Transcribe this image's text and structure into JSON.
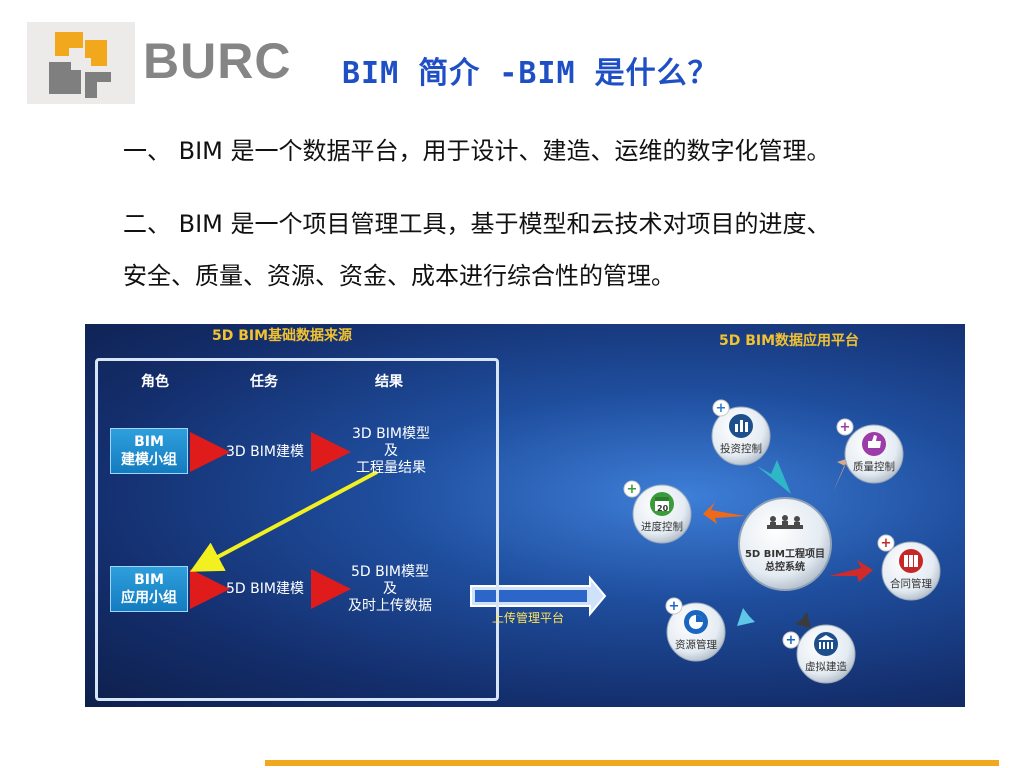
{
  "logo": {
    "text": "BURC"
  },
  "title": "BIM 简介 -BIM 是什么？",
  "points": [
    "一、 BIM 是一个数据平台，用于设计、建造、运维的数字化管理。",
    "二、 BIM 是一个项目管理工具，基于模型和云技术对项目的进度、",
    "安全、质量、资源、资金、成本进行综合性的管理。"
  ],
  "diagram": {
    "left_title": "5D BIM基础数据来源",
    "headers": [
      "角色",
      "任务",
      "结果"
    ],
    "rows": [
      {
        "role": [
          "BIM",
          "建模小组"
        ],
        "task": "3D BIM建模",
        "result": [
          "3D BIM模型",
          "及",
          "工程量结果"
        ]
      },
      {
        "role": [
          "BIM",
          "应用小组"
        ],
        "task": "5D BIM建模",
        "result": [
          "5D BIM模型",
          "及",
          "及时上传数据"
        ]
      }
    ],
    "upload_label": "上传管理平台",
    "right_title": "5D BIM数据应用平台",
    "hub": [
      "5D BIM工程项目",
      "总控系统"
    ],
    "nodes": [
      "投资控制",
      "质量控制",
      "进度控制",
      "合同管理",
      "资源管理",
      "虚拟建造"
    ],
    "calendar_day": "20",
    "colors": {
      "accent": "#1f4fc4",
      "footer": "#f2a81d",
      "teal": "#1a8fd0",
      "arrow_red": "#e01b1b",
      "arrow_yellow": "#f2f020"
    }
  }
}
